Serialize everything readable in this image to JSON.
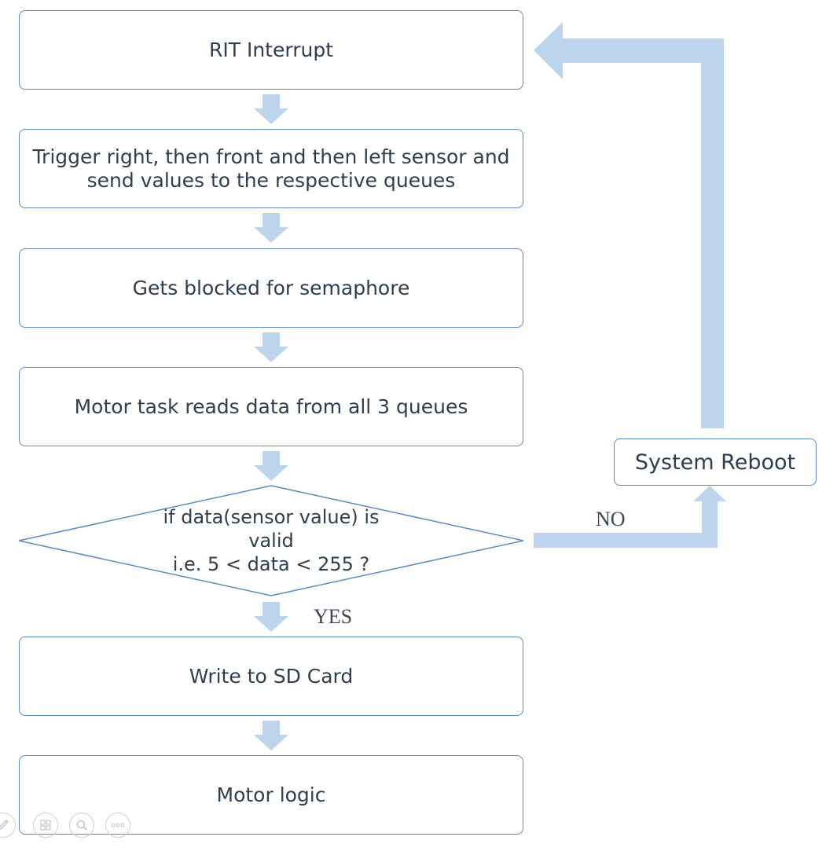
{
  "steps": [
    {
      "text": "RIT Interrupt"
    },
    {
      "text": "Trigger right, then front and then left sensor and send values to the respective queues"
    },
    {
      "text": "Gets blocked for semaphore"
    },
    {
      "text": "Motor task reads data from all 3 queues"
    }
  ],
  "decision": {
    "line1": "if data(sensor value) is",
    "line2": "valid",
    "line3": "i.e. 5 < data < 255 ?"
  },
  "yes_label": "YES",
  "no_label": "NO",
  "after_steps": [
    {
      "text": "Write to SD Card"
    },
    {
      "text": "Motor logic"
    }
  ],
  "reboot": {
    "text": "System Reboot"
  },
  "colors": {
    "box_border": "#5b8bc0",
    "arrow_fill": "#bdd5ec",
    "text": "#2f3e4f"
  },
  "toolbar": [
    "pen-icon",
    "slides-icon",
    "zoom-icon",
    "more-icon"
  ]
}
